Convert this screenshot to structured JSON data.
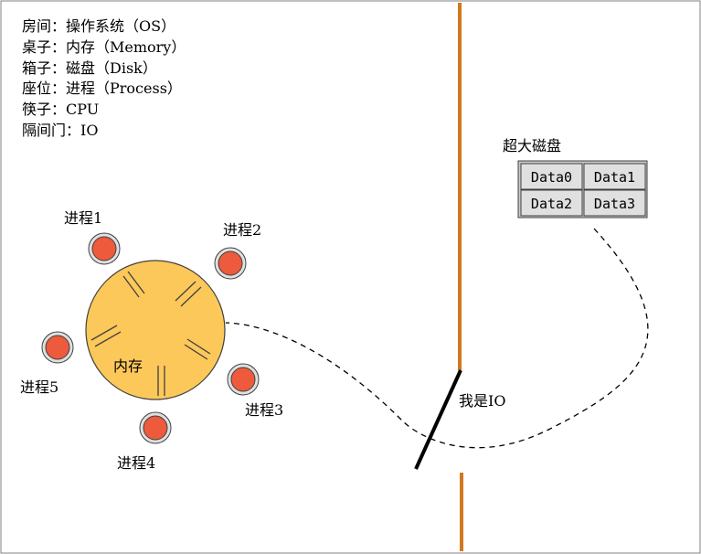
{
  "legend": [
    "房间：操作系统（OS）",
    "桌子：内存（Memory）",
    "箱子：磁盘（Disk）",
    "座位：进程（Process）",
    "筷子：CPU",
    "隔间门：IO"
  ],
  "memory_label": "内存",
  "processes": [
    "进程1",
    "进程2",
    "进程3",
    "进程4",
    "进程5"
  ],
  "disk": {
    "title": "超大磁盘",
    "cells": [
      "Data0",
      "Data1",
      "Data2",
      "Data3"
    ]
  },
  "io_label": "我是IO",
  "colors": {
    "table_fill": "#fcc85a",
    "seat_fill": "#ee5a3c",
    "wall": "#d2781e",
    "cell_fill": "#e0e0e0"
  }
}
